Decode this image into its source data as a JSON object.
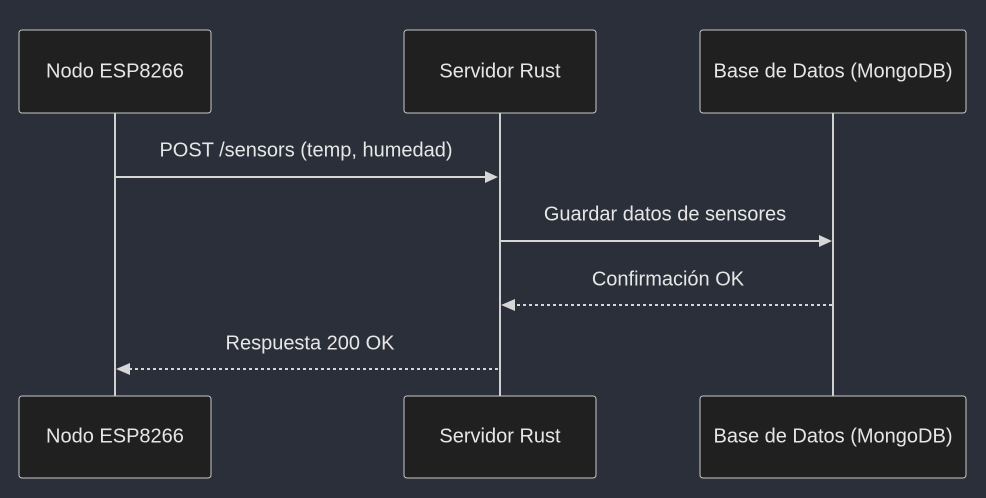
{
  "participants": [
    {
      "id": "esp",
      "label": "Nodo ESP8266"
    },
    {
      "id": "rust",
      "label": "Servidor Rust"
    },
    {
      "id": "db",
      "label": "Base de Datos (MongoDB)"
    }
  ],
  "messages": [
    {
      "from": "esp",
      "to": "rust",
      "label": "POST /sensors (temp, humedad)",
      "style": "solid"
    },
    {
      "from": "rust",
      "to": "db",
      "label": "Guardar datos de sensores",
      "style": "solid"
    },
    {
      "from": "db",
      "to": "rust",
      "label": "Confirmación OK",
      "style": "dashed"
    },
    {
      "from": "rust",
      "to": "esp",
      "label": "Respuesta 200 OK",
      "style": "dashed"
    }
  ]
}
